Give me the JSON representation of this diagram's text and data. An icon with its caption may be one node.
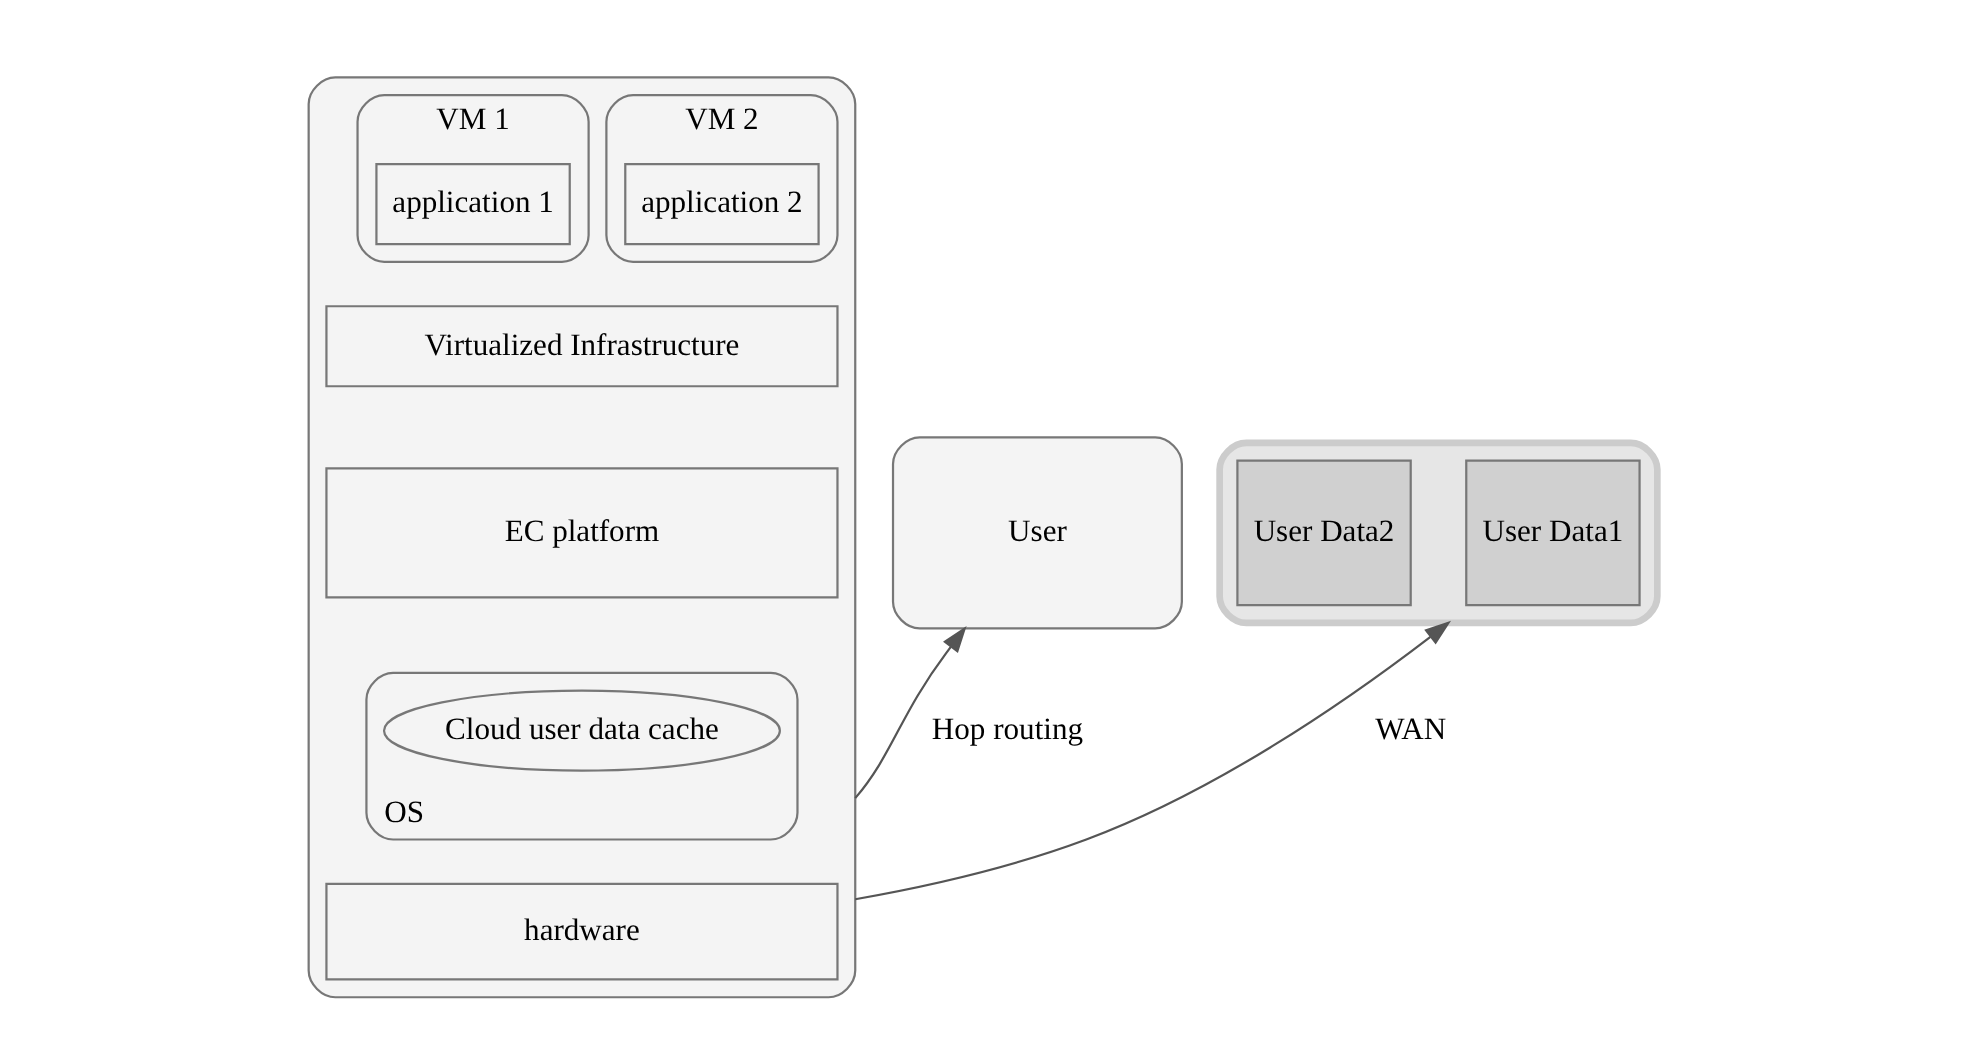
{
  "diagram": {
    "nodes": [
      {
        "text": [
          "User"
        ]
      },
      {
        "text": [],
        "shape": "box"
      },
      {
        "text": [
          "VM 1"
        ],
        "in": 1
      },
      {
        "text": [
          "application 1"
        ],
        "in": 2
      },
      {
        "text": [
          "VM 2"
        ],
        "in": 1
      },
      {
        "text": [
          "application 2"
        ],
        "in": 4
      },
      {
        "text": [
          "Virtualized Infrastructure"
        ],
        "in": 1
      },
      {
        "text": [
          "EC platform"
        ],
        "in": 1
      },
      {
        "text": [
          "OS"
        ],
        "in": 1
      },
      {
        "text": [
          "Cloud user data cache"
        ],
        "in": 8
      },
      {
        "text": [
          "hardware"
        ],
        "in": 1
      },
      {
        "text": [],
        "shape": "cloud"
      },
      {
        "text": [
          "User Data1"
        ],
        "in": 11
      },
      {
        "text": [
          "User Data2"
        ],
        "in": 11
      }
    ],
    "edges": [
      {
        "from": 1,
        "to": 0,
        "arrow": "to",
        "label": "Hop routing"
      },
      {
        "from": 1,
        "to": 11,
        "arrow": "to",
        "label": "WAN"
      }
    ]
  }
}
